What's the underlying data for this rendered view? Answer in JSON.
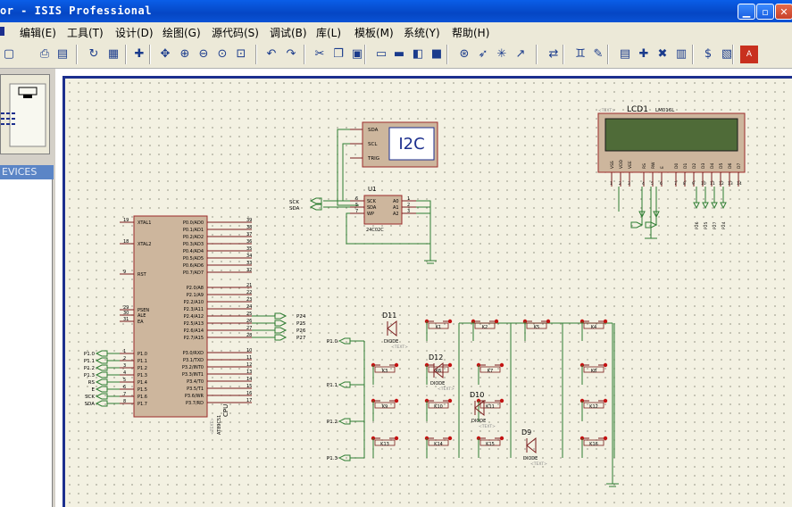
{
  "window": {
    "title": "or - ISIS Professional"
  },
  "menu": [
    "编辑(E)",
    "工具(T)",
    "设计(D)",
    "绘图(G)",
    "源代码(S)",
    "调试(B)",
    "库(L)",
    "模板(M)",
    "系统(Y)",
    "帮助(H)"
  ],
  "panel": {
    "devices_label": "EVICES"
  },
  "schematic": {
    "i2c": {
      "label": "I2C",
      "pins": [
        "SDA",
        "SCL",
        "TRIG"
      ]
    },
    "u1": {
      "ref": "U1",
      "part": "24C02C",
      "pins_left": [
        "SCK",
        "SDA",
        "WP"
      ],
      "pins_right": [
        "A0",
        "A1",
        "A2"
      ],
      "nums_left": [
        "6",
        "5",
        "7"
      ],
      "nums_right": [
        "1",
        "2",
        "3"
      ],
      "nets": [
        "SCK",
        "SDA"
      ]
    },
    "lcd": {
      "ref": "LCD1",
      "part": "LM016L",
      "sub": "<TEXT>",
      "pins": [
        "VSS",
        "VDD",
        "VEE",
        "RS",
        "RW",
        "E",
        "D0",
        "D1",
        "D2",
        "D3",
        "D4",
        "D5",
        "D6",
        "D7"
      ],
      "pin_nums": [
        "1",
        "2",
        "3",
        "4",
        "5",
        "6",
        "7",
        "8",
        "9",
        "10",
        "11",
        "12",
        "13",
        "14"
      ],
      "nets": [
        "P26",
        "P25",
        "P27",
        "P24"
      ]
    },
    "cpu": {
      "ref": "CPU",
      "part": "AT89C51",
      "sub": "<TEXT>",
      "left": [
        {
          "n": "19",
          "l": "XTAL1"
        },
        {
          "n": "18",
          "l": "XTAL2"
        },
        {
          "n": "9",
          "l": "RST"
        },
        {
          "n": "29",
          "l": "PSEN"
        },
        {
          "n": "30",
          "l": "ALE"
        },
        {
          "n": "31",
          "l": "EA"
        },
        {
          "n": "1",
          "l": "P1.0"
        },
        {
          "n": "2",
          "l": "P1.1"
        },
        {
          "n": "3",
          "l": "P1.2"
        },
        {
          "n": "4",
          "l": "P1.3"
        },
        {
          "n": "5",
          "l": "P1.4"
        },
        {
          "n": "6",
          "l": "P1.5"
        },
        {
          "n": "7",
          "l": "P1.6"
        },
        {
          "n": "8",
          "l": "P1.7"
        }
      ],
      "right": [
        {
          "n": "39",
          "l": "P0.0/AD0"
        },
        {
          "n": "38",
          "l": "P0.1/AD1"
        },
        {
          "n": "37",
          "l": "P0.2/AD2"
        },
        {
          "n": "36",
          "l": "P0.3/AD3"
        },
        {
          "n": "35",
          "l": "P0.4/AD4"
        },
        {
          "n": "34",
          "l": "P0.5/AD5"
        },
        {
          "n": "33",
          "l": "P0.6/AD6"
        },
        {
          "n": "32",
          "l": "P0.7/AD7"
        },
        {
          "n": "21",
          "l": "P2.0/A8"
        },
        {
          "n": "22",
          "l": "P2.1/A9"
        },
        {
          "n": "23",
          "l": "P2.2/A10"
        },
        {
          "n": "24",
          "l": "P2.3/A11"
        },
        {
          "n": "25",
          "l": "P2.4/A12"
        },
        {
          "n": "26",
          "l": "P2.5/A13"
        },
        {
          "n": "27",
          "l": "P2.6/A14"
        },
        {
          "n": "28",
          "l": "P2.7/A15"
        },
        {
          "n": "10",
          "l": "P3.0/RXD"
        },
        {
          "n": "11",
          "l": "P3.1/TXD"
        },
        {
          "n": "12",
          "l": "P3.2/INT0"
        },
        {
          "n": "13",
          "l": "P3.3/INT1"
        },
        {
          "n": "14",
          "l": "P3.4/T0"
        },
        {
          "n": "15",
          "l": "P3.5/T1"
        },
        {
          "n": "16",
          "l": "P3.6/WR"
        },
        {
          "n": "17",
          "l": "P3.7/RD"
        }
      ],
      "left_nets": [
        "P1.0",
        "P1.1",
        "P1.2",
        "P1.3",
        "RS",
        "E",
        "SCK",
        "SDA"
      ],
      "right_nets": [
        "P24",
        "P25",
        "P26",
        "P27"
      ]
    },
    "rows": [
      "P1.0",
      "P1.1",
      "P1.2",
      "P1.3"
    ],
    "diodes": [
      {
        "ref": "D11",
        "part": "DIODE"
      },
      {
        "ref": "D12",
        "part": "DIODE"
      },
      {
        "ref": "D10",
        "part": "DIODE"
      },
      {
        "ref": "D9",
        "part": "DIODE"
      }
    ],
    "diode_sub": "<TEXT>",
    "keys": [
      [
        "K1",
        "K2",
        "K5",
        "K4"
      ],
      [
        "K3",
        "K6",
        "K7",
        "K8"
      ],
      [
        "K9",
        "K10",
        "K11",
        "K12"
      ],
      [
        "K13",
        "K14",
        "K15",
        "K16"
      ]
    ]
  },
  "colors": {
    "wire": "#2e7d32",
    "body": "#cdb69d",
    "outline": "#9c2b2b",
    "pin": "#7a1c1c",
    "frame": "#1c2f8e"
  }
}
